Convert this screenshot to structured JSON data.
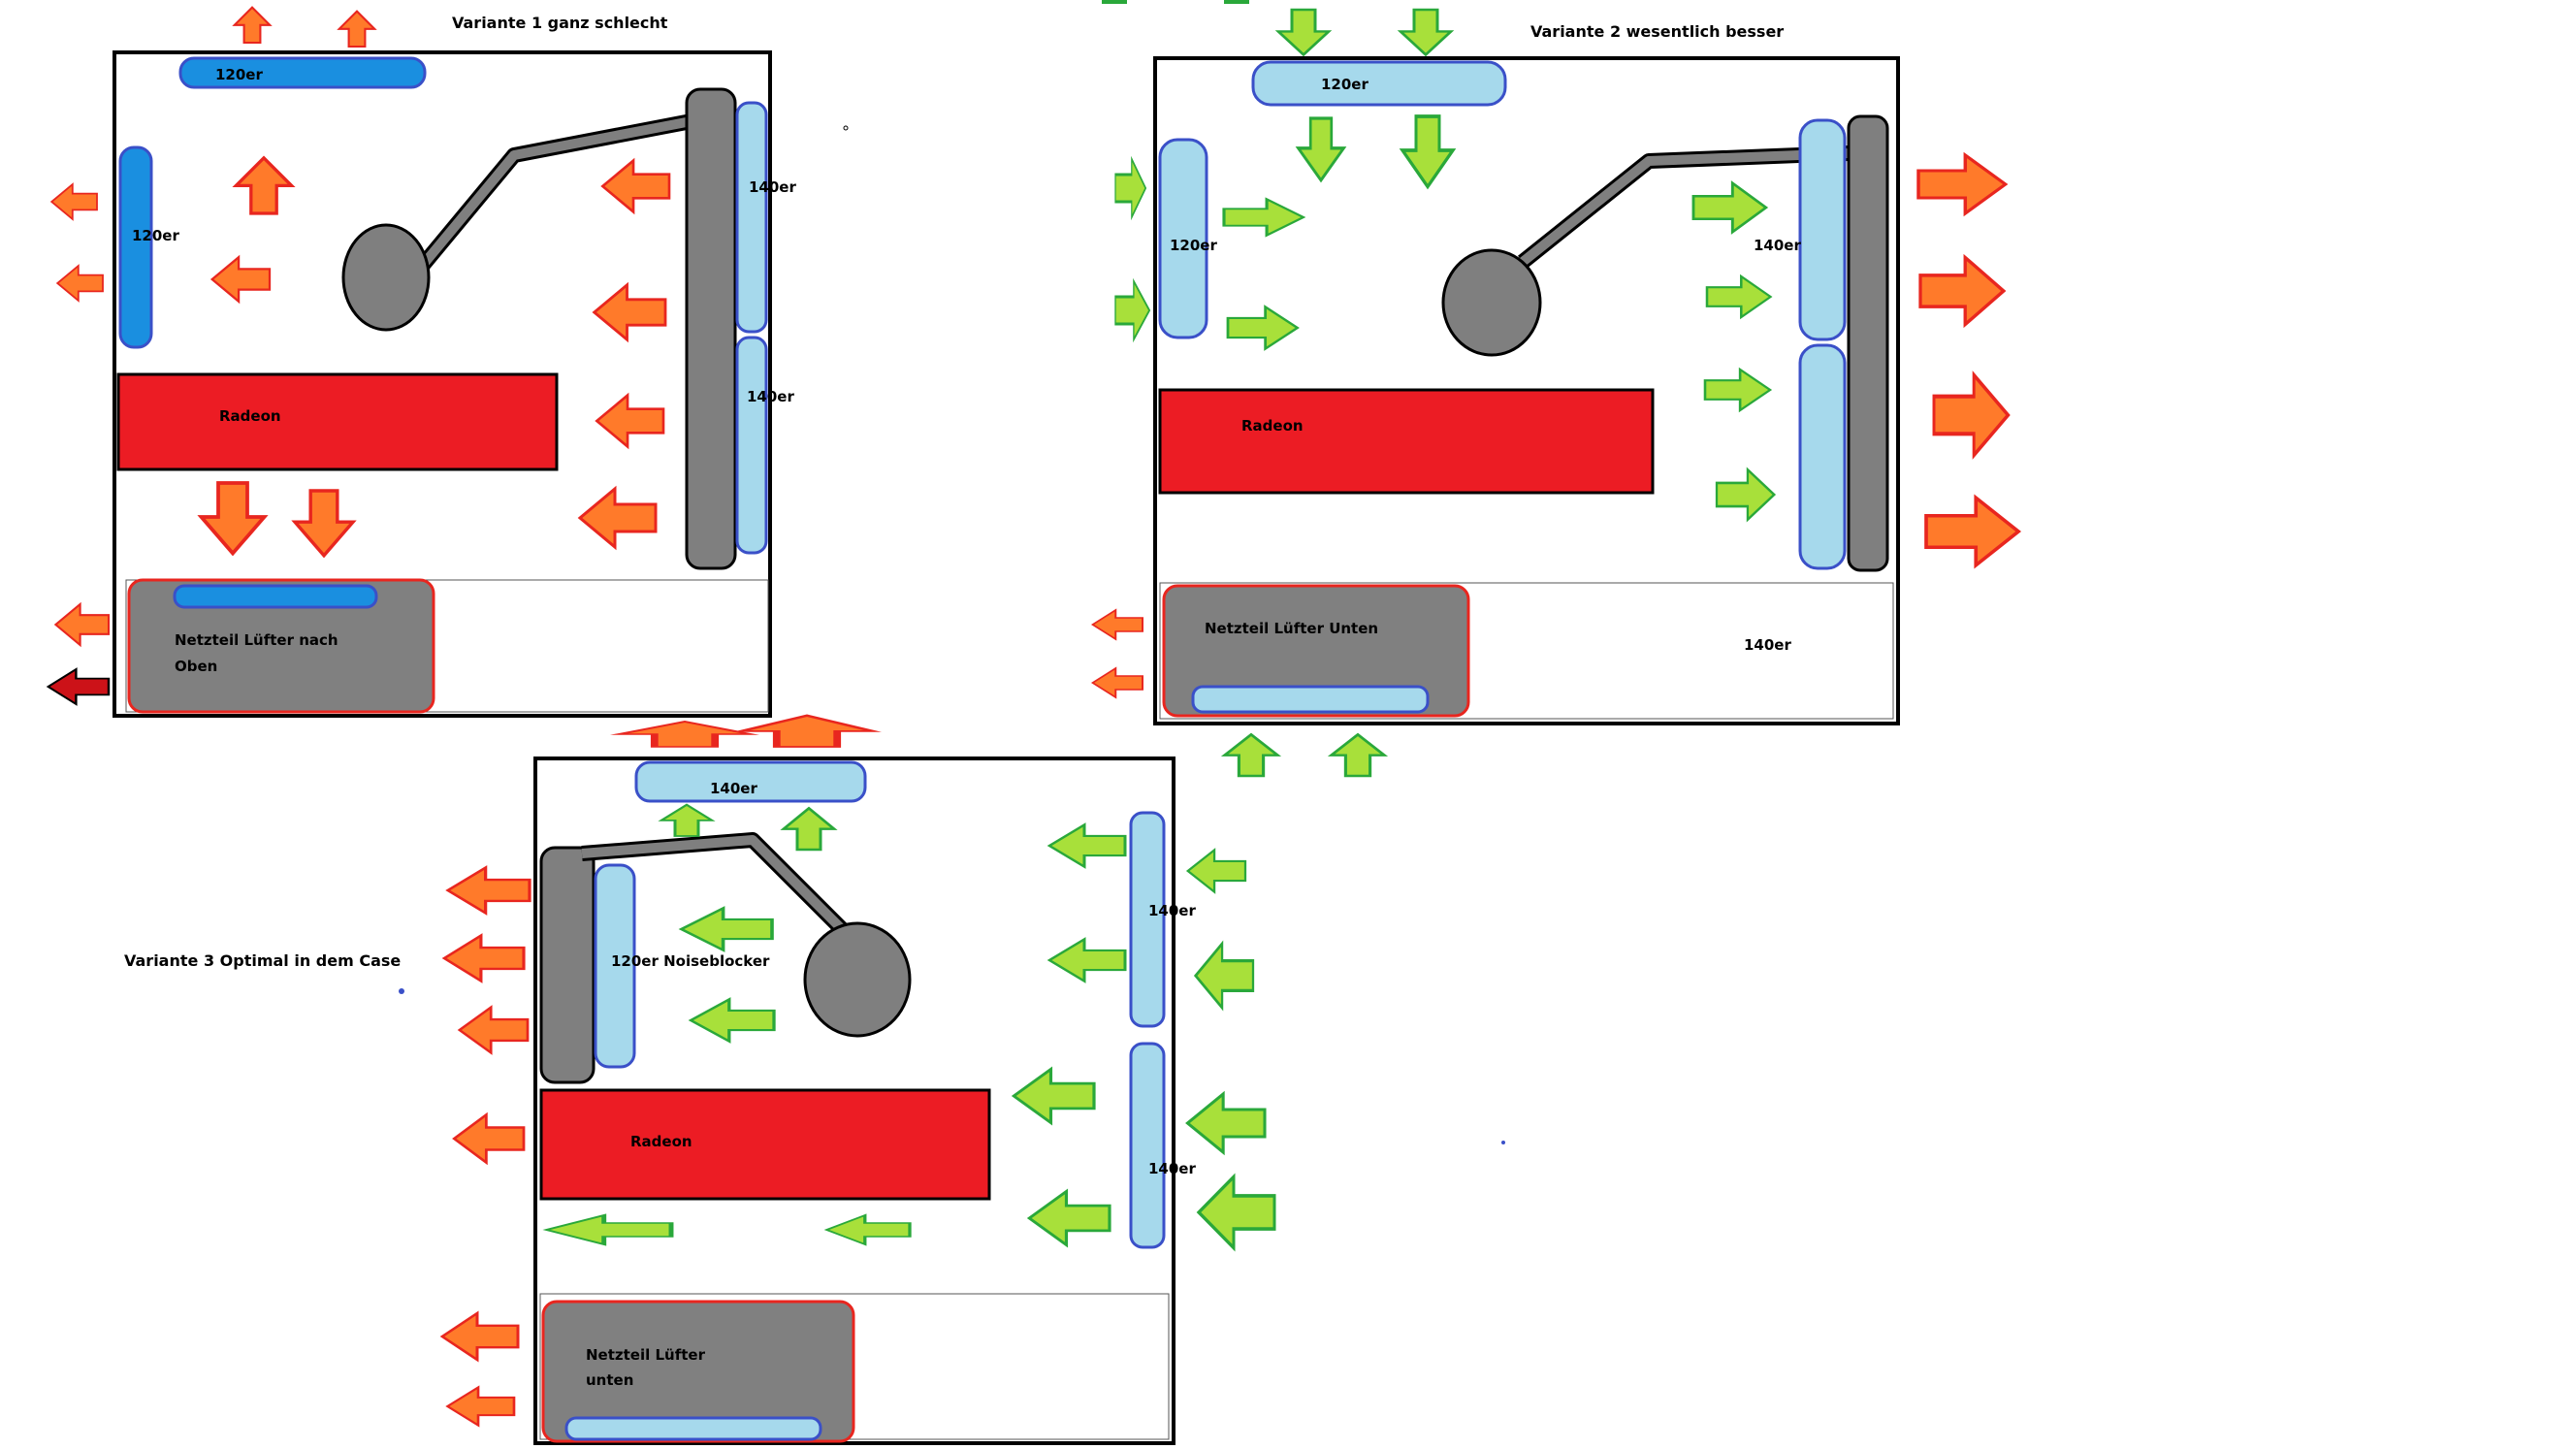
{
  "variants": [
    {
      "title": "Variante 1 ganz schlecht",
      "labels": {
        "top_fan": "120er",
        "left_fan": "120er",
        "right_fan_1": "140er",
        "right_fan_2": "140er",
        "gpu": "Radeon",
        "psu_line1": "Netzteil Lüfter nach",
        "psu_line2": "Oben"
      }
    },
    {
      "title": "Variante 2 wesentlich besser",
      "labels": {
        "top_fan": "120er",
        "left_fan": "120er",
        "right_fan": "140er",
        "gpu": "Radeon",
        "psu": "Netzteil Lüfter Unten",
        "bay_label": "140er"
      }
    },
    {
      "title": "Variante 3 Optimal in dem Case",
      "labels": {
        "top_fan": "140er",
        "cooler_fan": "120er Noiseblocker",
        "right_fan_1": "140er",
        "right_fan_2": "140er",
        "gpu": "Radeon",
        "psu_line1": "Netzteil Lüfter",
        "psu_line2": "unten"
      }
    }
  ],
  "colors": {
    "exhaust_arrow": "#ff7a2a",
    "exhaust_arrow_stroke": "#e8261f",
    "intake_arrow": "#a8e03a",
    "intake_arrow_stroke": "#2aa83a",
    "fan_dark": "#1a8fe0",
    "fan_light": "#a6d9ec",
    "fan_stroke": "#3a50c8",
    "gpu": "#ec1c24",
    "psu": "#808080",
    "cooler": "#7f7f7f"
  }
}
